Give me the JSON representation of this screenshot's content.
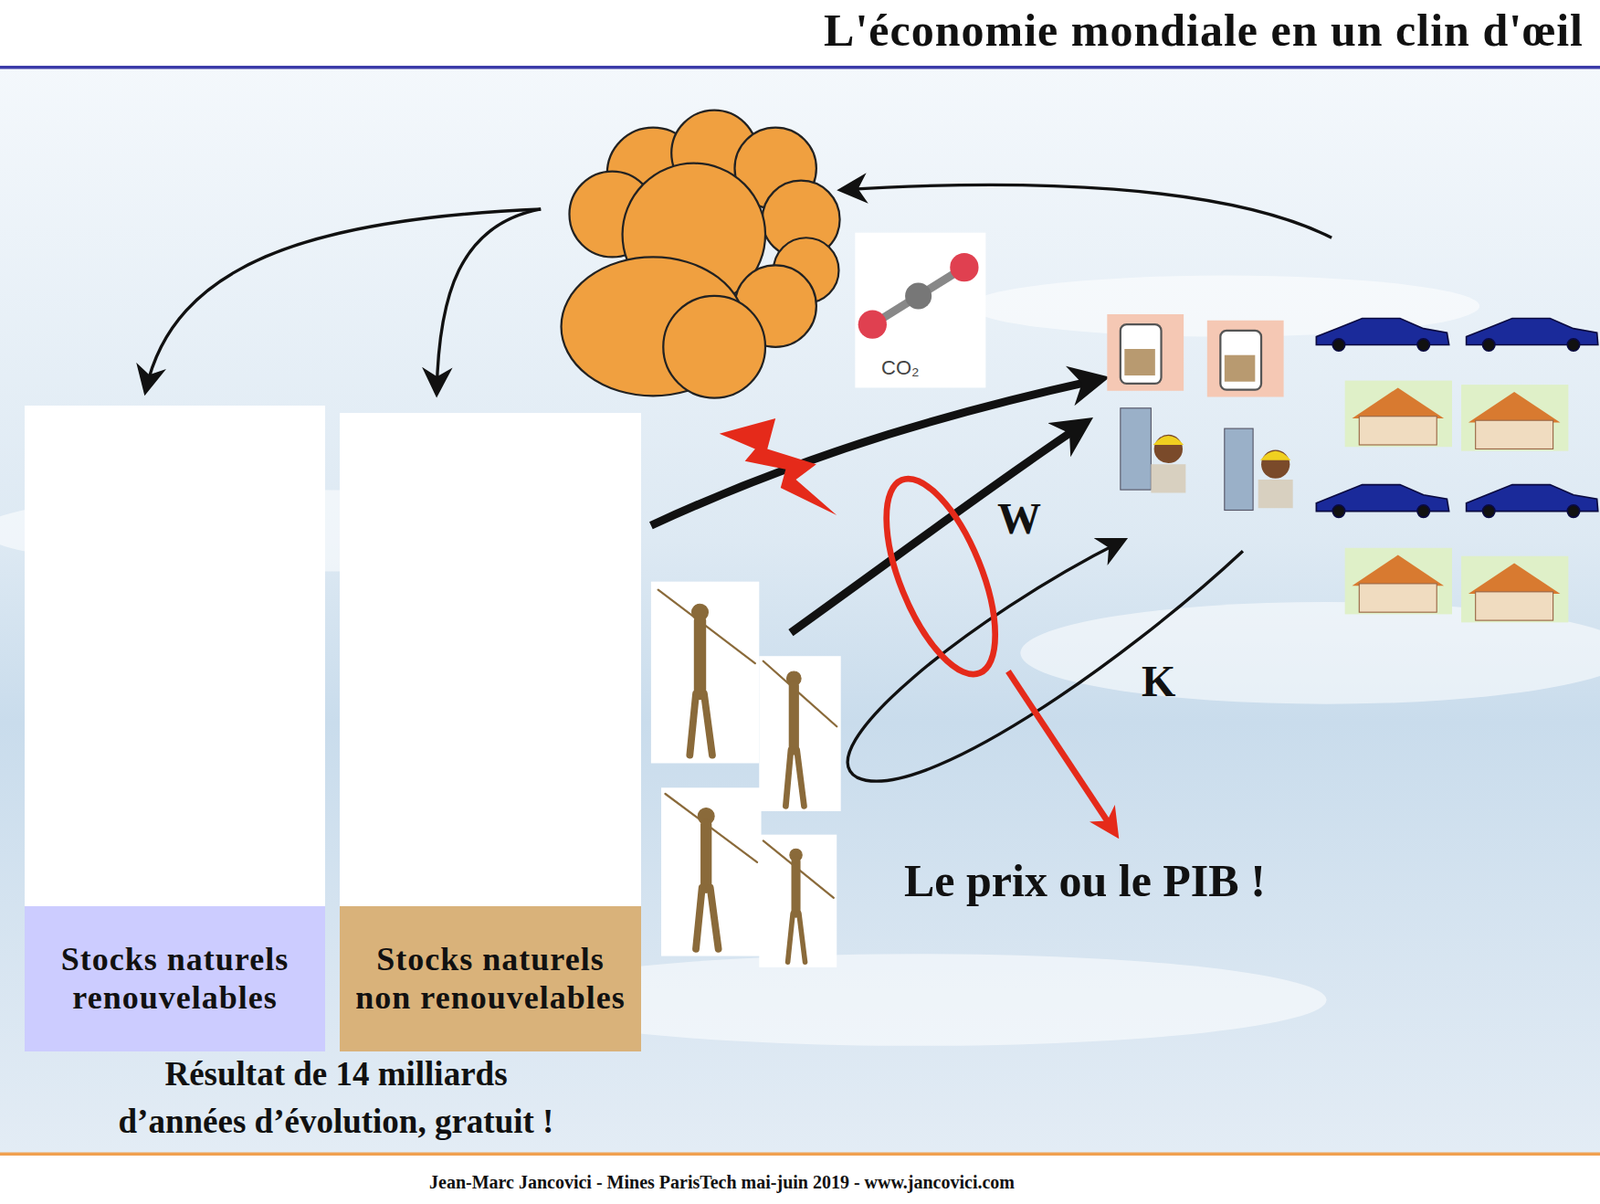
{
  "diagram": {
    "title": "L'économie mondiale en un clin d'œil",
    "nodes": [
      {
        "text": [
          "Stocks naturels renouvelables"
        ]
      },
      {
        "text": [
          "Stocks naturels non renouvelables"
        ]
      }
    ],
    "labels": [
      "CO₂",
      "W",
      "K",
      "Le prix ou le PIB !",
      "Résultat de 14 milliards d’années d’évolution, gratuit !",
      "Jean-Marc Jancovici - Mines ParisTech mai-juin 2019 - www.jancovici.com"
    ]
  }
}
